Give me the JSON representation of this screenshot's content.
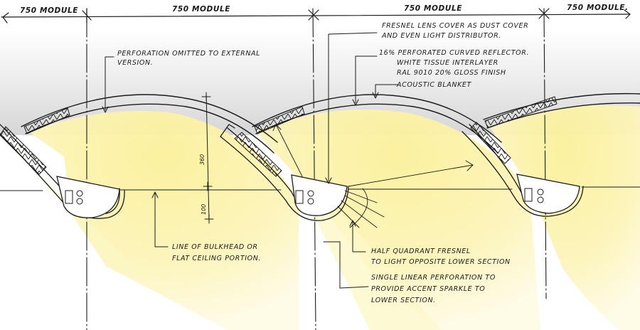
{
  "drawing": {
    "type": "architectural section sketch",
    "subject": "curved perforated ceiling reflector modules with integrated linear luminaire",
    "colors": {
      "ink": "#1b1b1b",
      "light_wash": "#fbf3a6",
      "light_wash_soft": "#fdf9d8",
      "ceiling_void_top": "#dcdcdc",
      "paper": "#ffffff"
    }
  },
  "modules": [
    {
      "label": "750 MODULE"
    },
    {
      "label": "750 MODULE"
    },
    {
      "label": "750 MODULE"
    },
    {
      "label": "750 MODULE."
    }
  ],
  "dimensions": {
    "upper": "360",
    "lower": "100"
  },
  "annotations": {
    "perforation_omitted": [
      "PERFORATION OMITTED TO EXTERNAL",
      "VERSION."
    ],
    "fresnel_cover": [
      "FRESNEL LENS COVER AS DUST COVER",
      "AND EVEN LIGHT DISTRIBUTOR."
    ],
    "reflector": [
      "16% PERFORATED CURVED REFLECTOR.",
      "WHITE TISSUE INTERLAYER",
      "RAL 9010 20% GLOSS FINISH"
    ],
    "acoustic": [
      "ACOUSTIC BLANKET"
    ],
    "bulkhead": [
      "LINE OF BULKHEAD OR",
      "FLAT CEILING PORTION."
    ],
    "half_quadrant": [
      "HALF QUADRANT FRESNEL",
      "TO LIGHT OPPOSITE LOWER SECTION"
    ],
    "single_linear": [
      "SINGLE LINEAR PERFORATION TO",
      "PROVIDE ACCENT SPARKLE TO",
      "LOWER SECTION."
    ]
  }
}
